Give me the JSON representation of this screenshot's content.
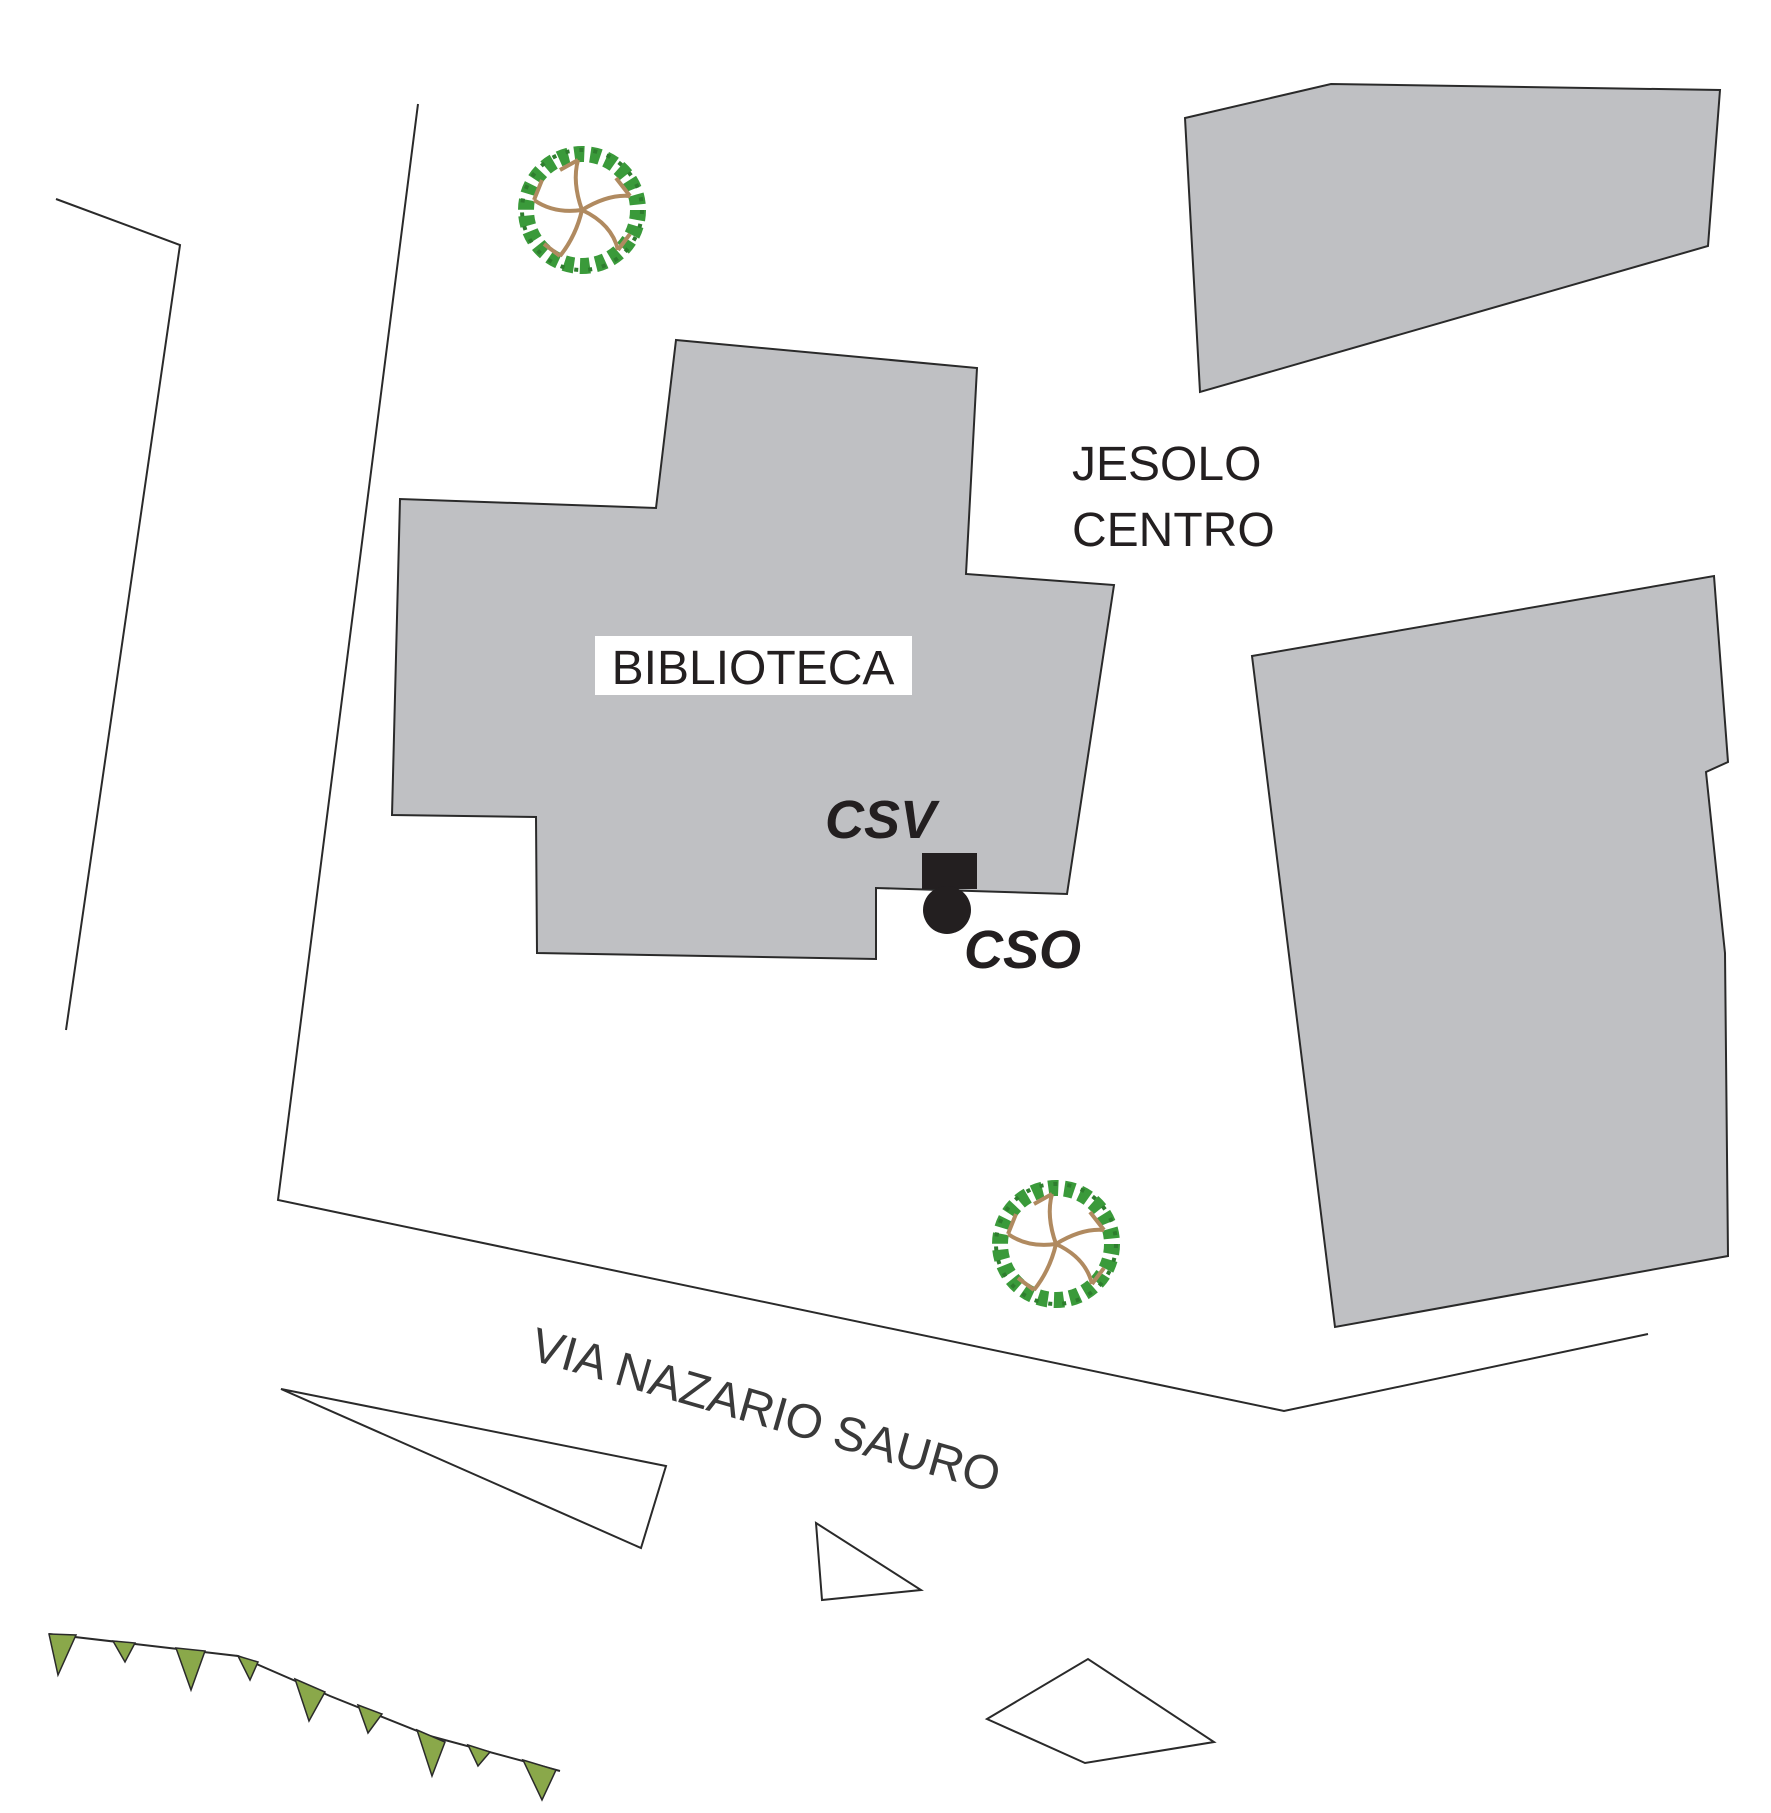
{
  "map": {
    "labels": {
      "library": "BIBLIOTECA",
      "district_line1": "JESOLO",
      "district_line2": "CENTRO",
      "street": "VIA NAZARIO SAURO",
      "marker_square": "CSV",
      "marker_circle": "CSO"
    },
    "colors": {
      "building_fill": "#bfc0c3",
      "outline": "#2a2a2a",
      "marker": "#231f20",
      "tree_foliage": "#3a9a3a",
      "tree_branches": "#b08a60",
      "hedge": "#8aa84a"
    },
    "icons": [
      "tree-icon",
      "tree-icon",
      "hedge-icon",
      "marker-square",
      "marker-circle"
    ]
  }
}
